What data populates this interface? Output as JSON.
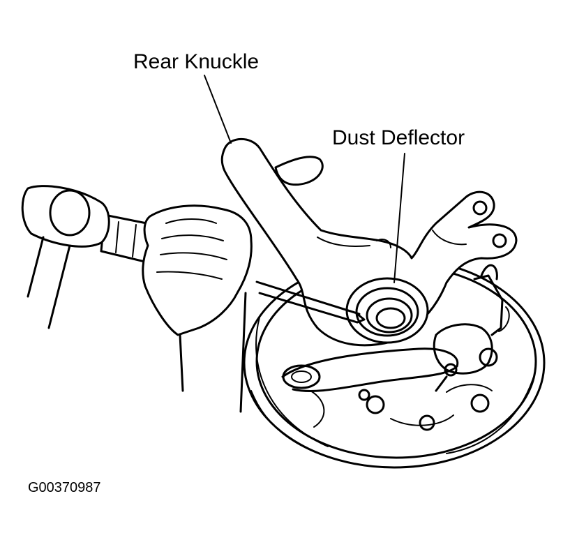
{
  "labels": {
    "rear_knuckle": "Rear Knuckle",
    "dust_deflector": "Dust Deflector"
  },
  "figure_id": "G00370987"
}
